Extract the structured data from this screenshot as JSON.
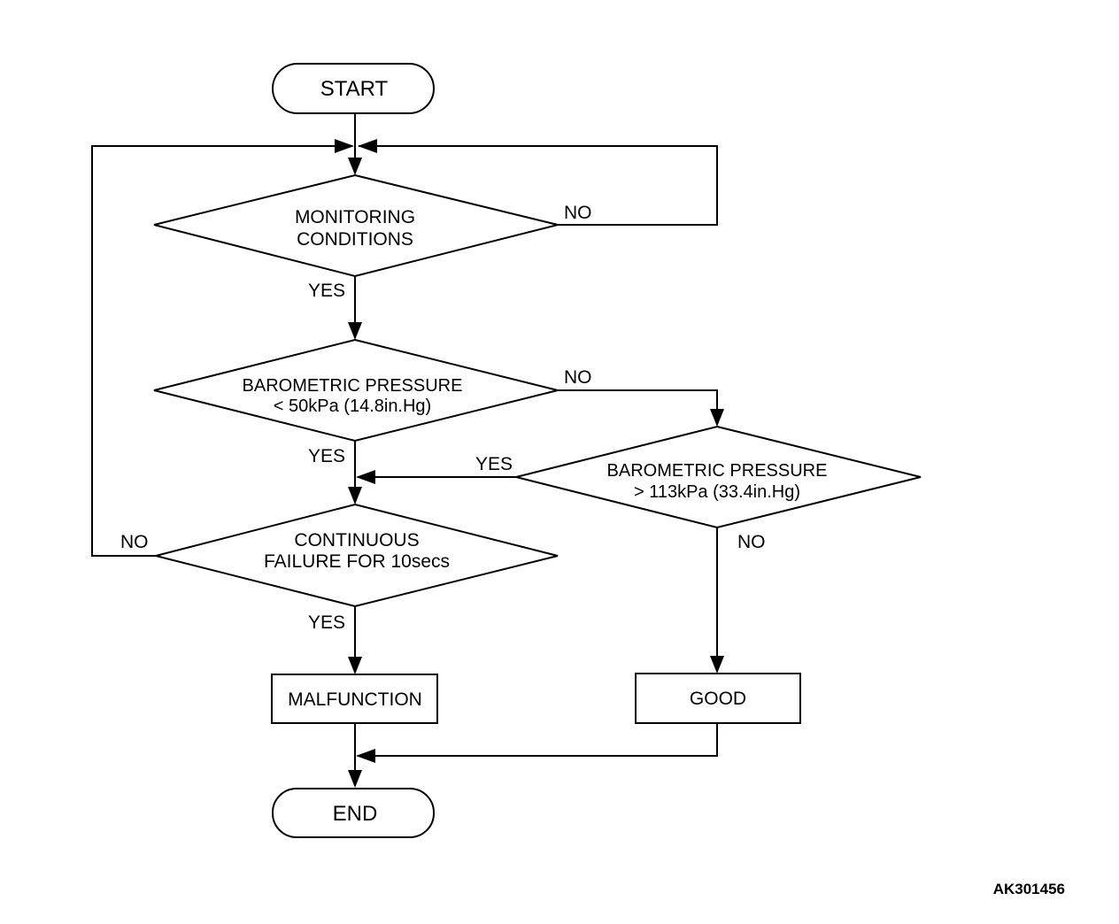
{
  "flowchart": {
    "start": "START",
    "end": "END",
    "decisions": {
      "monitoring": [
        "MONITORING",
        "CONDITIONS"
      ],
      "pressure_low": [
        "BAROMETRIC PRESSURE",
        "< 50kPa (14.8in.Hg)"
      ],
      "pressure_high": [
        "BAROMETRIC PRESSURE",
        "> 113kPa (33.4in.Hg)"
      ],
      "continuous": [
        "CONTINUOUS",
        "FAILURE FOR 10secs"
      ]
    },
    "outcomes": {
      "malfunction": "MALFUNCTION",
      "good": "GOOD"
    },
    "edge_labels": {
      "monitoring_no": "NO",
      "monitoring_yes": "YES",
      "pressure_low_no": "NO",
      "pressure_low_yes": "YES",
      "pressure_high_yes": "YES",
      "pressure_high_no": "NO",
      "continuous_no": "NO",
      "continuous_yes": "YES"
    }
  },
  "figure_code": "AK301456"
}
